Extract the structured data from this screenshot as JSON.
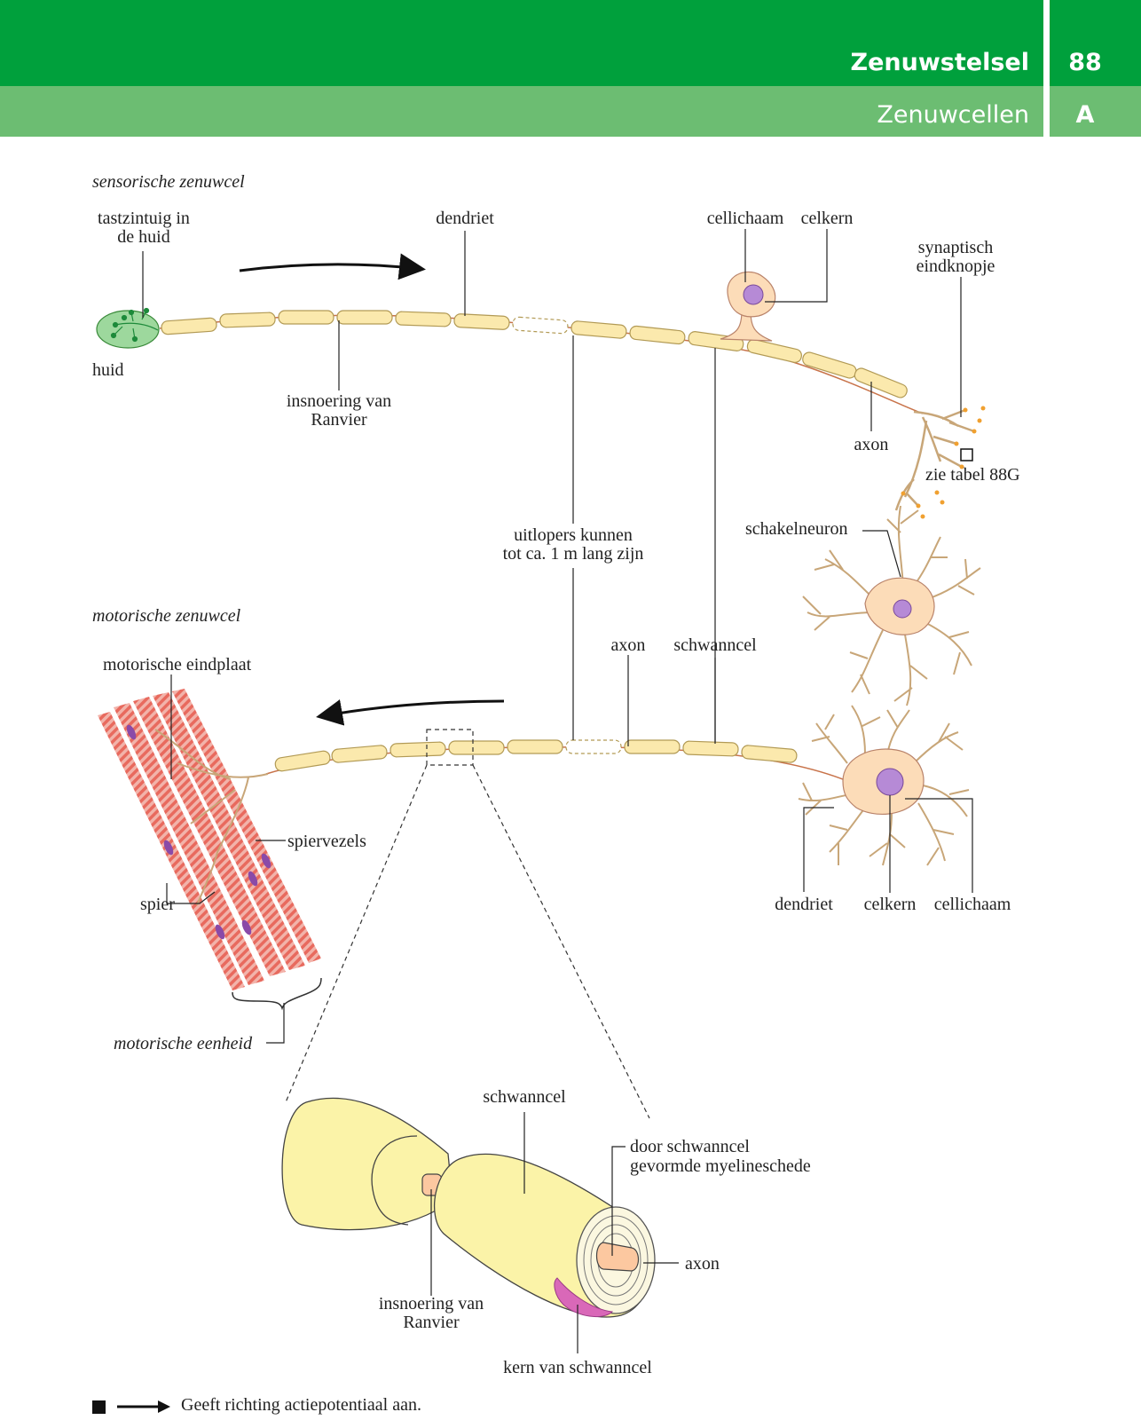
{
  "header": {
    "title": "Zenuwstelsel",
    "page_number": "88",
    "subtitle": "Zenuwcellen",
    "section_letter": "A"
  },
  "sensory": {
    "heading": "sensorische zenuwcel",
    "tastzintuig_1": "tastzintuig in",
    "tastzintuig_2": "de huid",
    "huid": "huid",
    "dendriet": "dendriet",
    "ranvier_1": "insnoering van",
    "ranvier_2": "Ranvier",
    "cellichaam": "cellichaam",
    "celkern": "celkern",
    "synaptisch_1": "synaptisch",
    "synaptisch_2": "eindknopje",
    "axon": "axon",
    "zie_tabel": "zie tabel 88G"
  },
  "middle": {
    "uitlopers_1": "uitlopers kunnen",
    "uitlopers_2": "tot ca. 1 m lang zijn",
    "schakelneuron": "schakelneuron"
  },
  "motor": {
    "heading": "motorische zenuwcel",
    "eindplaat": "motorische eindplaat",
    "axon": "axon",
    "schwanncel": "schwanncel",
    "spiervezels": "spiervezels",
    "spier": "spier",
    "eenheid": "motorische eenheid",
    "dendriet": "dendriet",
    "celkern": "celkern",
    "cellichaam": "cellichaam"
  },
  "detail": {
    "schwanncel": "schwanncel",
    "myeline_1": "door schwanncel",
    "myeline_2": "gevormde myelineschede",
    "axon": "axon",
    "ranvier_1": "insnoering van",
    "ranvier_2": "Ranvier",
    "kern": "kern van schwanncel"
  },
  "legend": {
    "text": "Geeft richting actiepotentiaal aan."
  },
  "colors": {
    "header_dark": "#00a03c",
    "header_light": "#6cbd72",
    "myelin": "#fbe9ad",
    "cell_body": "#fcdcb8",
    "nucleus": "#b68ad6",
    "muscle": "#e86a5e",
    "nerve_ending": "#f0a030",
    "skin_receptor": "#9dd89d"
  }
}
